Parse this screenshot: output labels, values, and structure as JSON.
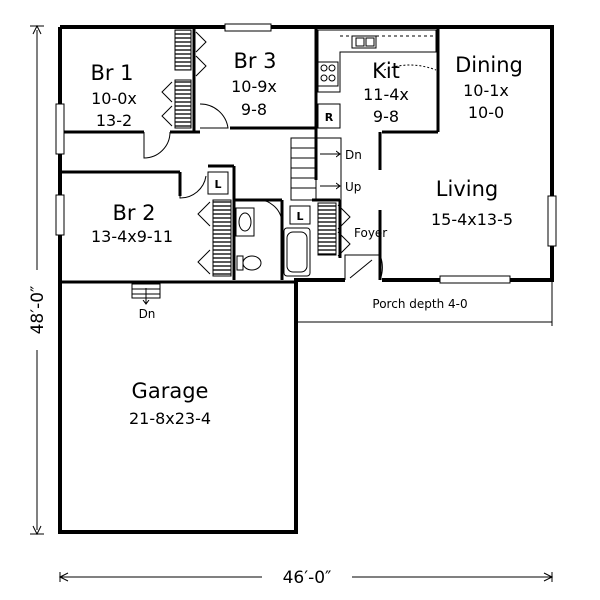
{
  "plan": {
    "overall": {
      "width": "46′-0″",
      "depth": "48′-0″"
    },
    "rooms": [
      {
        "key": "br1",
        "name": "Br 1",
        "dims": [
          "10-0x",
          "13-2"
        ]
      },
      {
        "key": "br3",
        "name": "Br 3",
        "dims": [
          "10-9x",
          "9-8"
        ]
      },
      {
        "key": "kit",
        "name": "Kit",
        "dims": [
          "11-4x",
          "9-8"
        ]
      },
      {
        "key": "dining",
        "name": "Dining",
        "dims": [
          "10-1x",
          "10-0"
        ]
      },
      {
        "key": "br2",
        "name": "Br 2",
        "dims": [
          "13-4x9-11"
        ]
      },
      {
        "key": "living",
        "name": "Living",
        "dims": [
          "15-4x13-5"
        ]
      },
      {
        "key": "garage",
        "name": "Garage",
        "dims": [
          "21-8x23-4"
        ]
      }
    ],
    "labels": {
      "foyer": "Foyer",
      "porch": "Porch depth 4-0",
      "stair_dn": "Dn",
      "stair_up": "Up",
      "garage_dn": "Dn",
      "refrigerator": "R",
      "linen_1": "L",
      "linen_2": "L"
    }
  }
}
